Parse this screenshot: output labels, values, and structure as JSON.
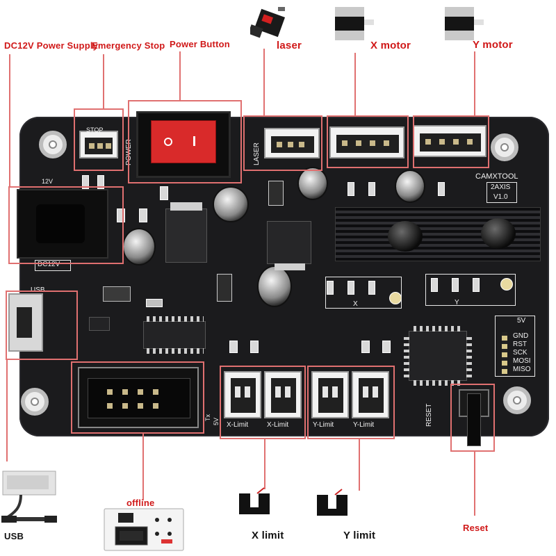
{
  "labels": {
    "dc12v_power_supply": "DC12V Power Supply",
    "emergency_stop": "Emergency Stop",
    "power_button": "Power Button",
    "laser": "laser",
    "x_motor": "X motor",
    "y_motor": "Y motor",
    "usb": "USB",
    "offline": "offline",
    "x_limit": "X limit",
    "y_limit": "Y limit",
    "reset": "Reset"
  },
  "silkscreen": {
    "stop": "STOP",
    "power": "POWER",
    "laser": "LASER",
    "dc12v": "DC12V",
    "v12": "12V",
    "usb": "USB",
    "brand": "CAMXTOOL",
    "axis": "2AXIS",
    "version": "V1.0",
    "x": "X",
    "y": "Y",
    "v5": "5V",
    "gnd": "GND",
    "rst": "RST",
    "sck": "SCK",
    "mosi": "MOSI",
    "miso": "MISO",
    "tx": "Tx",
    "v5b": "5V",
    "x_limit_1": "X-Limit",
    "x_limit_2": "X-Limit",
    "y_limit_1": "Y-Limit",
    "y_limit_2": "Y-Limit",
    "reset": "RESET"
  },
  "colors": {
    "label_red": "#d01818",
    "callout_box": "#e07070",
    "board_black": "#1b1b1d",
    "rocker_red": "#d92a2a"
  }
}
